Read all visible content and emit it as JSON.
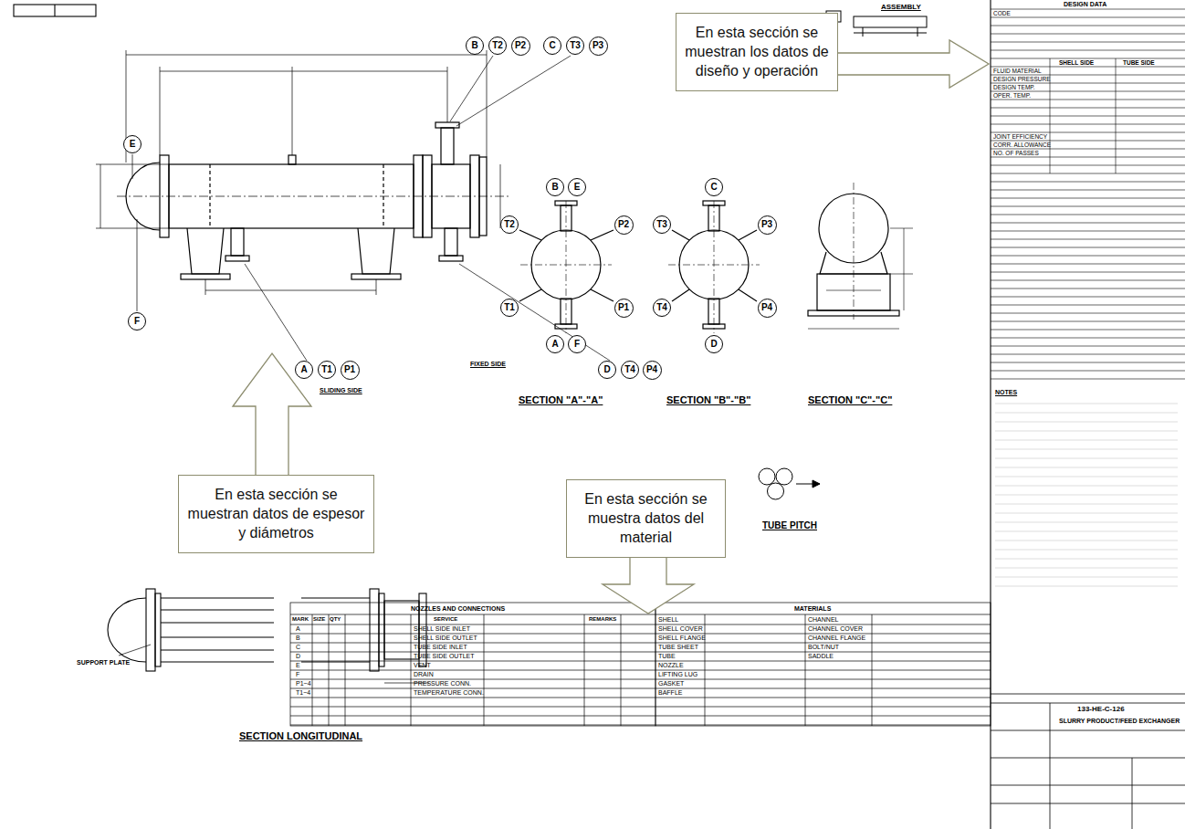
{
  "diagram": {
    "nodes": [
      {
        "text": [
          "En esta sección se muestran los datos de diseño y operación"
        ]
      },
      {
        "text": [
          "B"
        ]
      },
      {
        "text": [
          "T2"
        ]
      },
      {
        "text": [
          "P2"
        ]
      },
      {
        "text": [
          "C"
        ]
      },
      {
        "text": [
          "T3"
        ]
      },
      {
        "text": [
          "P3"
        ]
      },
      {
        "text": [
          "E"
        ]
      },
      {
        "text": [
          "B"
        ]
      },
      {
        "text": [
          "E"
        ]
      },
      {
        "text": [
          "C"
        ]
      },
      {
        "text": [
          "T2"
        ]
      },
      {
        "text": [
          "P2"
        ]
      },
      {
        "text": [
          "T3"
        ]
      },
      {
        "text": [
          "P3"
        ]
      },
      {
        "text": [
          "T1"
        ]
      },
      {
        "text": [
          "P1"
        ]
      },
      {
        "text": [
          "T4"
        ]
      },
      {
        "text": [
          "P4"
        ]
      },
      {
        "text": [
          "F"
        ]
      },
      {
        "text": [
          "A"
        ]
      },
      {
        "text": [
          "F"
        ]
      },
      {
        "text": [
          "D"
        ]
      },
      {
        "text": [
          "A"
        ]
      },
      {
        "text": [
          "T1"
        ]
      },
      {
        "text": [
          "P1"
        ]
      },
      {
        "text": [
          "D"
        ]
      },
      {
        "text": [
          "T4"
        ]
      },
      {
        "text": [
          "P4"
        ]
      },
      {
        "text": [
          "En esta sección se muestran datos de espesor y diámetros"
        ]
      },
      {
        "text": [
          "En esta sección se muestra datos del material"
        ]
      }
    ],
    "labels": [
      "SECTION \"A\"-\"A\"",
      "SECTION \"B\"-\"B\"",
      "SECTION \"C\"-\"C\"",
      "SECTION LONGITUDINAL",
      "TUBE PITCH",
      "DESIGN DATA",
      "NOTES",
      "NOZZLES AND CONNECTIONS",
      "MATERIALS",
      "ASSEMBLY",
      "SLIDING SIDE",
      "FIXED SIDE",
      "SUPPORT PLATE",
      "133-HE-C-126",
      "SLURRY PRODUCT/FEED EXCHANGER",
      "MARK",
      "SIZE",
      "QTY",
      "SERVICE",
      "REMARKS",
      "A",
      "B",
      "C",
      "D",
      "E",
      "F",
      "P1~4",
      "T1~4",
      "SHELL SIDE INLET",
      "SHELL SIDE OUTLET",
      "TUBE SIDE INLET",
      "TUBE SIDE OUTLET",
      "VENT",
      "DRAIN",
      "PRESSURE CONN.",
      "TEMPERATURE CONN.",
      "SHELL",
      "SHELL COVER",
      "SHELL FLANGE",
      "TUBE SHEET",
      "TUBE",
      "NOZZLE",
      "LIFTING LUG",
      "GASKET",
      "BAFFLE",
      "CHANNEL",
      "CHANNEL COVER",
      "CHANNEL FLANGE",
      "BOLT/NUT",
      "SADDLE",
      "CODE",
      "SHELL SIDE",
      "TUBE SIDE",
      "FLUID MATERIAL",
      "DESIGN PRESSURE",
      "DESIGN TEMP.",
      "OPER. TEMP.",
      "JOINT EFFICIENCY",
      "CORR. ALLOWANCE",
      "NO. OF PASSES"
    ]
  }
}
